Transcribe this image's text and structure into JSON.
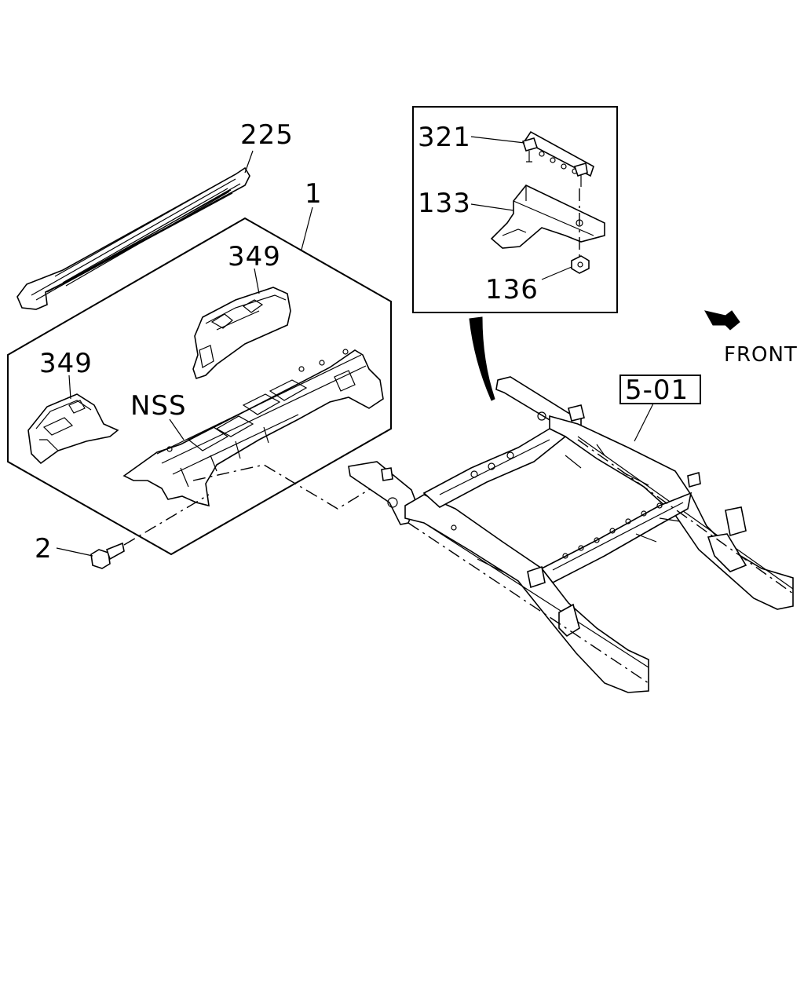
{
  "callouts": {
    "part_225": "225",
    "part_1": "1",
    "part_349_upper": "349",
    "part_349_lower": "349",
    "part_nss": "NSS",
    "part_2": "2",
    "part_321": "321",
    "part_133": "133",
    "part_136": "136",
    "ref_5_01": "5-01",
    "front": "FRONT"
  }
}
